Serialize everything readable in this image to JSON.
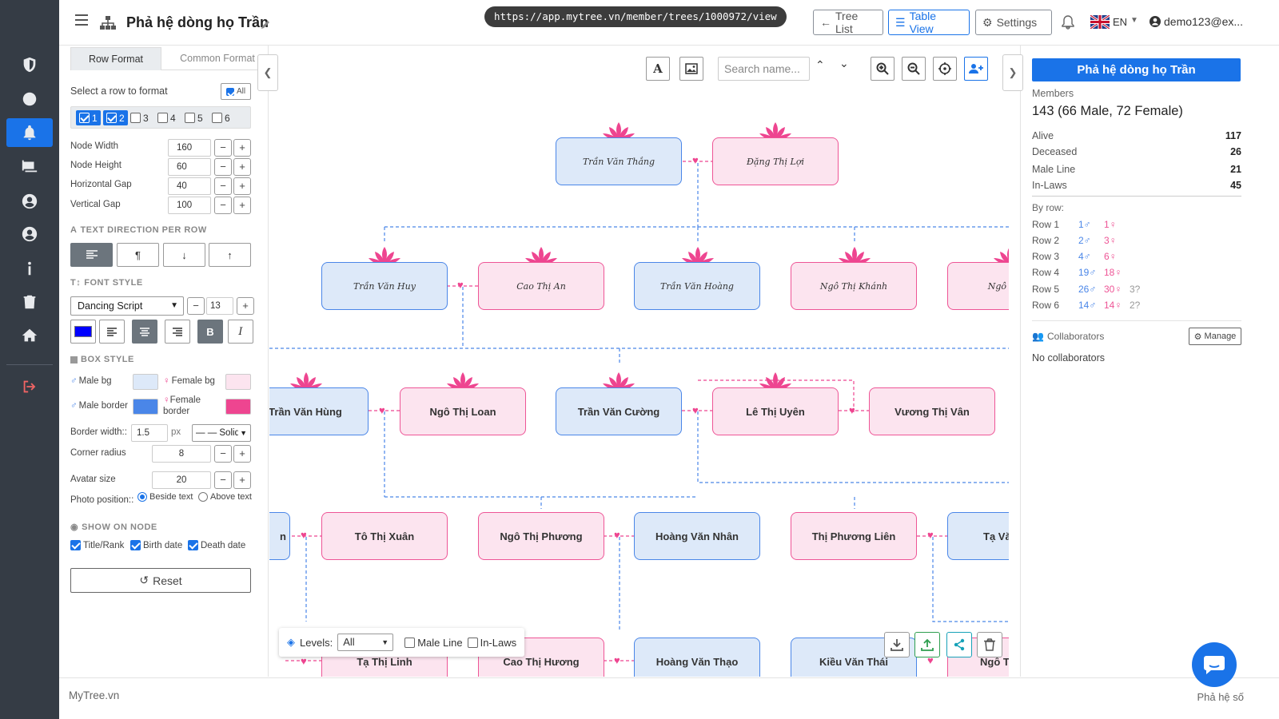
{
  "topbar": {
    "title": "Phả hệ dòng họ Trần",
    "url": "https://app.mytree.vn/member/trees/1000972/view",
    "tree_list_label": "Tree List",
    "table_view_label": "Table View",
    "settings_label": "Settings",
    "lang": "EN",
    "user": "demo123@ex..."
  },
  "left": {
    "tabs": [
      "Row Format",
      "Common Format"
    ],
    "select_row_label": "Select a row to format",
    "all_label": "All",
    "rows": [
      {
        "n": "1",
        "on": true
      },
      {
        "n": "2",
        "on": true
      },
      {
        "n": "3",
        "on": false
      },
      {
        "n": "4",
        "on": false
      },
      {
        "n": "5",
        "on": false
      },
      {
        "n": "6",
        "on": false
      }
    ],
    "node_width_label": "Node Width",
    "node_width": "160",
    "node_height_label": "Node Height",
    "node_height": "60",
    "hgap_label": "Horizontal Gap",
    "hgap": "40",
    "vgap_label": "Vertical Gap",
    "vgap": "100",
    "text_dir_label": "TEXT DIRECTION PER ROW",
    "font_style_label": "FONT STYLE",
    "font_family": "Dancing Script",
    "font_size": "13",
    "text_color": "#0000ff",
    "box_style_label": "BOX STYLE",
    "male_bg_label": "Male bg",
    "female_bg_label": "Female bg",
    "male_border_label": "Male border",
    "female_border_label": "Female border",
    "male_bg": "#dde9f9",
    "female_bg": "#fce4ef",
    "male_border": "#4a86e8",
    "female_border": "#ee4590",
    "border_width_label": "Border width::",
    "border_width": "1.5",
    "border_unit": "px",
    "border_style": "— — Solid",
    "corner_radius_label": "Corner radius",
    "corner_radius": "8",
    "avatar_size_label": "Avatar size",
    "avatar_size": "20",
    "photo_position_label": "Photo position::",
    "photo_beside": "Beside text",
    "photo_above": "Above text",
    "show_on_node_label": "SHOW ON NODE",
    "show_title": "Title/Rank",
    "show_birth": "Birth date",
    "show_death": "Death date",
    "reset_label": "Reset"
  },
  "canvas": {
    "search_placeholder": "Search name...",
    "levels_label": "Levels:",
    "levels_value": "All",
    "male_line_label": "Male Line",
    "in_laws_label": "In-Laws",
    "nodes": {
      "r1a": "Trần Văn Thắng",
      "r1b": "Đặng Thị Lợi",
      "r2a": "Trần Văn Huy",
      "r2b": "Cao Thị An",
      "r2c": "Trần Văn Hoàng",
      "r2d": "Ngô Thị Khánh",
      "r2e": "Ngô Thị K",
      "r3a": "Trần Văn Hùng",
      "r3b": "Ngô Thị Loan",
      "r3c": "Trần Văn Cường",
      "r3d": "Lê Thị Uyên",
      "r3e": "Vương Thị Vân",
      "r4a": "n",
      "r4b": "Tô Thị Xuân",
      "r4c": "Ngô Thị Phương",
      "r4d": "Hoàng Văn Nhân",
      "r4e": "Thị Phương Liên",
      "r4f": "Tạ Văn",
      "r5a": "Tạ Thị Linh",
      "r5b": "Cao Thị Hương",
      "r5c": "Hoàng Văn Thạo",
      "r5d": "Kiều Văn Thái",
      "r5e": "Ngô Th"
    }
  },
  "right": {
    "tree_name": "Phả hệ dòng họ Trần",
    "members_label": "Members",
    "members_summary": "143 (66 Male, 72 Female)",
    "stats": [
      {
        "label": "Alive",
        "value": "117"
      },
      {
        "label": "Deceased",
        "value": "26"
      },
      {
        "label": "Male Line",
        "value": "21"
      },
      {
        "label": "In-Laws",
        "value": "45"
      }
    ],
    "by_row_label": "By row:",
    "rows": [
      {
        "label": "Row 1",
        "m": "1♂",
        "f": "1♀",
        "u": ""
      },
      {
        "label": "Row 2",
        "m": "2♂",
        "f": "3♀",
        "u": ""
      },
      {
        "label": "Row 3",
        "m": "4♂",
        "f": "6♀",
        "u": ""
      },
      {
        "label": "Row 4",
        "m": "19♂",
        "f": "18♀",
        "u": ""
      },
      {
        "label": "Row 5",
        "m": "26♂",
        "f": "30♀",
        "u": "3?"
      },
      {
        "label": "Row 6",
        "m": "14♂",
        "f": "14♀",
        "u": "2?"
      }
    ],
    "collaborators_label": "Collaborators",
    "manage_label": "Manage",
    "no_collab": "No collaborators"
  },
  "footer": {
    "brand": "MyTree.vn",
    "right_text": "Phả hệ số"
  }
}
